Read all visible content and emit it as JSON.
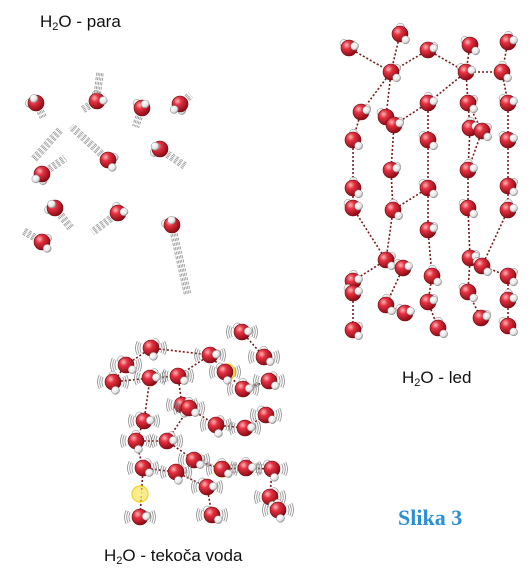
{
  "labels": {
    "steam": {
      "formula_main": "H",
      "formula_sub": "2",
      "formula_tail": "O -  ",
      "state": "para"
    },
    "ice": {
      "formula_main": "H",
      "formula_sub": "2",
      "formula_tail": "O -  ",
      "state": "led"
    },
    "liquid": {
      "formula_main": "H",
      "formula_sub": "2",
      "formula_tail": "O -  ",
      "state": "tekoča voda"
    }
  },
  "caption": "Slika 3",
  "colors": {
    "oxygen": "#d8182c",
    "hydrogen": "#f2f2f2",
    "bond": "#7a1a1a",
    "highlight": "#f2d21a",
    "caption": "#2a8fd4"
  }
}
